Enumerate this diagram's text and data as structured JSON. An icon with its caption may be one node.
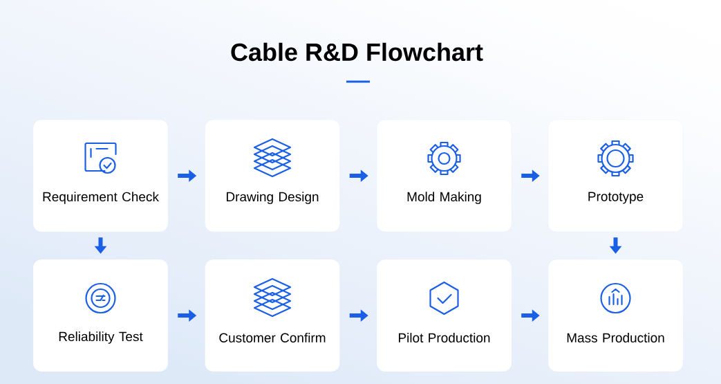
{
  "diagram": {
    "title": "Cable R&D Flowchart",
    "nodes": [
      {
        "text": [
          "Requirement Check"
        ]
      },
      {
        "text": [
          "Drawing Design"
        ]
      },
      {
        "text": [
          "Mold Making"
        ]
      },
      {
        "text": [
          "Prototype"
        ]
      },
      {
        "text": [
          "Reliability Test"
        ]
      },
      {
        "text": [
          "Customer Confirm"
        ]
      },
      {
        "text": [
          "Pilot Production"
        ]
      },
      {
        "text": [
          "Mass Production"
        ]
      }
    ],
    "edges": [
      {
        "from": 0,
        "to": 1,
        "arrow": "to"
      },
      {
        "from": 1,
        "to": 2,
        "arrow": "to"
      },
      {
        "from": 2,
        "to": 3,
        "arrow": "to"
      },
      {
        "from": 0,
        "to": 4,
        "arrow": "to"
      },
      {
        "from": 3,
        "to": 7,
        "arrow": "to"
      },
      {
        "from": 4,
        "to": 5,
        "arrow": "to"
      },
      {
        "from": 5,
        "to": 6,
        "arrow": "to"
      },
      {
        "from": 6,
        "to": 7,
        "arrow": "to"
      }
    ]
  }
}
